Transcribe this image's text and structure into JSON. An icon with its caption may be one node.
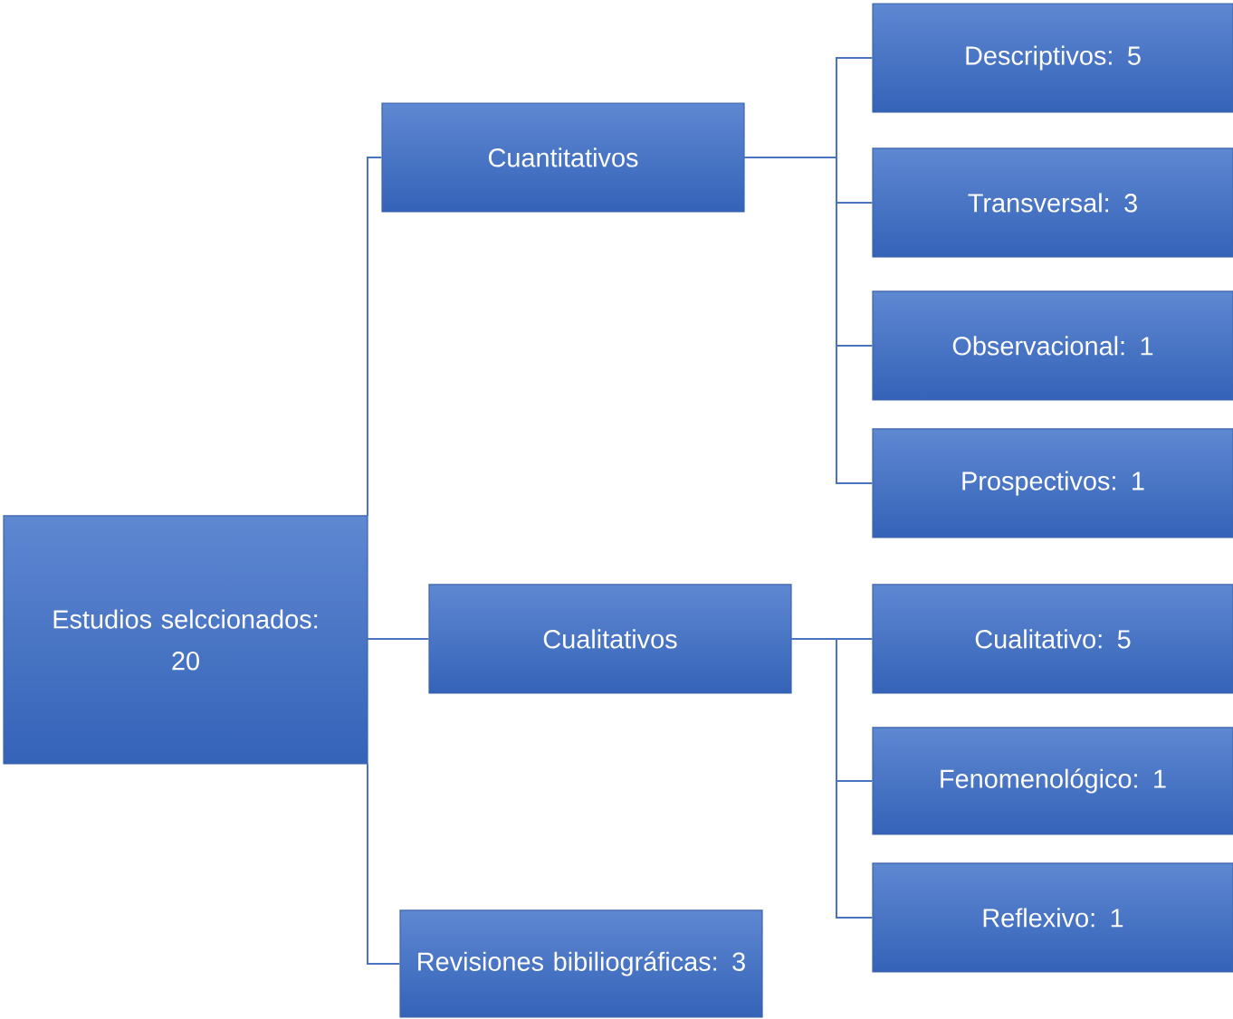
{
  "diagram": {
    "nodes": [
      {
        "text": [
          "Estudios selccionados:",
          "20"
        ]
      },
      {
        "text": [
          "Cuantitativos"
        ]
      },
      {
        "text": [
          "Cualitativos"
        ]
      },
      {
        "text": [
          "Revisiones bibiliográficas: 3"
        ]
      },
      {
        "text": [
          "Descriptivos: 5"
        ]
      },
      {
        "text": [
          "Transversal: 3"
        ]
      },
      {
        "text": [
          "Observacional: 1"
        ]
      },
      {
        "text": [
          "Prospectivos: 1"
        ]
      },
      {
        "text": [
          "Cualitativo: 5"
        ]
      },
      {
        "text": [
          "Fenomenológico: 1"
        ]
      },
      {
        "text": [
          "Reflexivo: 1"
        ]
      }
    ],
    "edges": [
      {
        "from": 0,
        "to": 1,
        "arrow": "none"
      },
      {
        "from": 0,
        "to": 2,
        "arrow": "none"
      },
      {
        "from": 0,
        "to": 3,
        "arrow": "none"
      },
      {
        "from": 1,
        "to": 4,
        "arrow": "none"
      },
      {
        "from": 1,
        "to": 5,
        "arrow": "none"
      },
      {
        "from": 1,
        "to": 6,
        "arrow": "none"
      },
      {
        "from": 1,
        "to": 7,
        "arrow": "none"
      },
      {
        "from": 2,
        "to": 8,
        "arrow": "none"
      },
      {
        "from": 2,
        "to": 9,
        "arrow": "none"
      },
      {
        "from": 2,
        "to": 10,
        "arrow": "none"
      }
    ]
  }
}
